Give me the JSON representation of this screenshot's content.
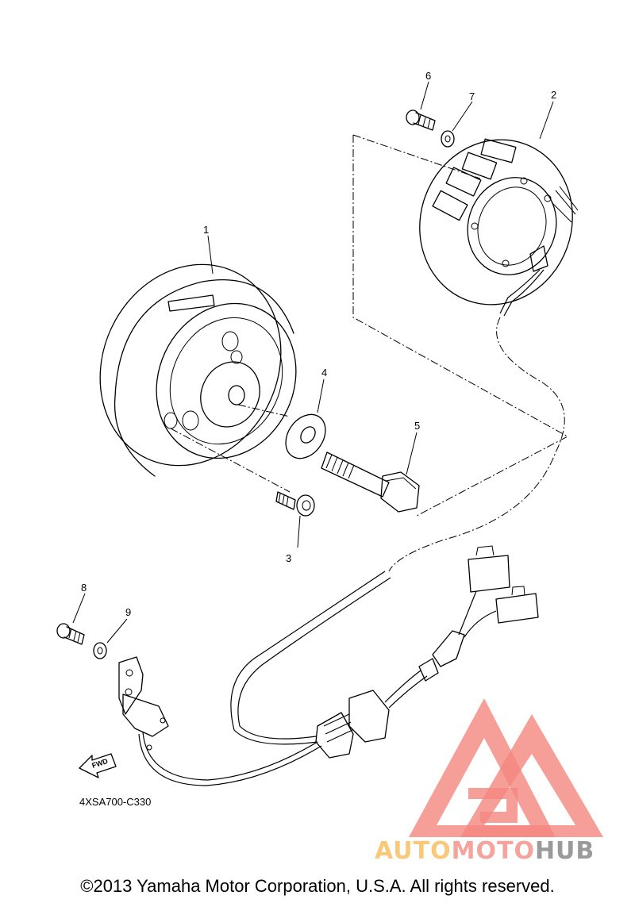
{
  "callouts": {
    "c1": "1",
    "c2": "2",
    "c3": "3",
    "c4": "4",
    "c5": "5",
    "c6": "6",
    "c7": "7",
    "c8": "8",
    "c9": "9"
  },
  "arrow_label": "FWD",
  "diagram_code": "4XSA700-C330",
  "watermark": {
    "part1": "AUTO",
    "part2": "MOTO",
    "part3": "HUB",
    "colors": {
      "triangle": "#f4877f",
      "auto": "#f9c97a",
      "moto": "#f5a39d",
      "hub": "#9a9a9a"
    }
  },
  "copyright": "©2013 Yamaha Motor Corporation, U.S.A. All rights reserved."
}
